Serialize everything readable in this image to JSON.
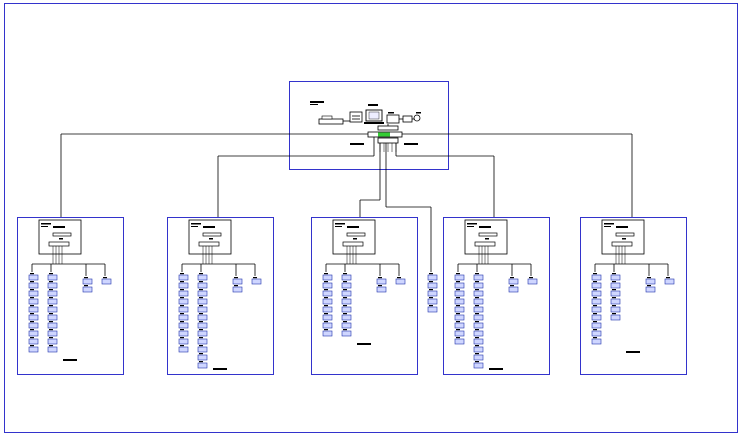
{
  "colors": {
    "frame": "#3333cc",
    "wire": "#000000",
    "device_fill": "#cfd6ff",
    "device_stroke": "#2233aa",
    "switch_accent": "#33cc33",
    "background": "#ffffff"
  },
  "central": {
    "devices": [
      "printer-icon",
      "server-icon",
      "monitor-icon",
      "workstation-icon",
      "switch-icon"
    ]
  },
  "floors": [
    {
      "id": "floor-1",
      "columns": [
        10,
        10
      ],
      "side_groups": [
        2,
        1
      ]
    },
    {
      "id": "floor-2",
      "columns": [
        10,
        12
      ],
      "side_groups": [
        2,
        1
      ]
    },
    {
      "id": "floor-3",
      "columns": [
        8,
        8
      ],
      "side_groups": [
        2,
        1
      ]
    },
    {
      "id": "floor-4",
      "columns": [
        9,
        12
      ],
      "side_groups": [
        2,
        1
      ]
    },
    {
      "id": "floor-5",
      "columns": [
        9,
        6
      ],
      "side_groups": [
        2,
        1
      ]
    }
  ],
  "extra_stack": {
    "count": 5
  }
}
